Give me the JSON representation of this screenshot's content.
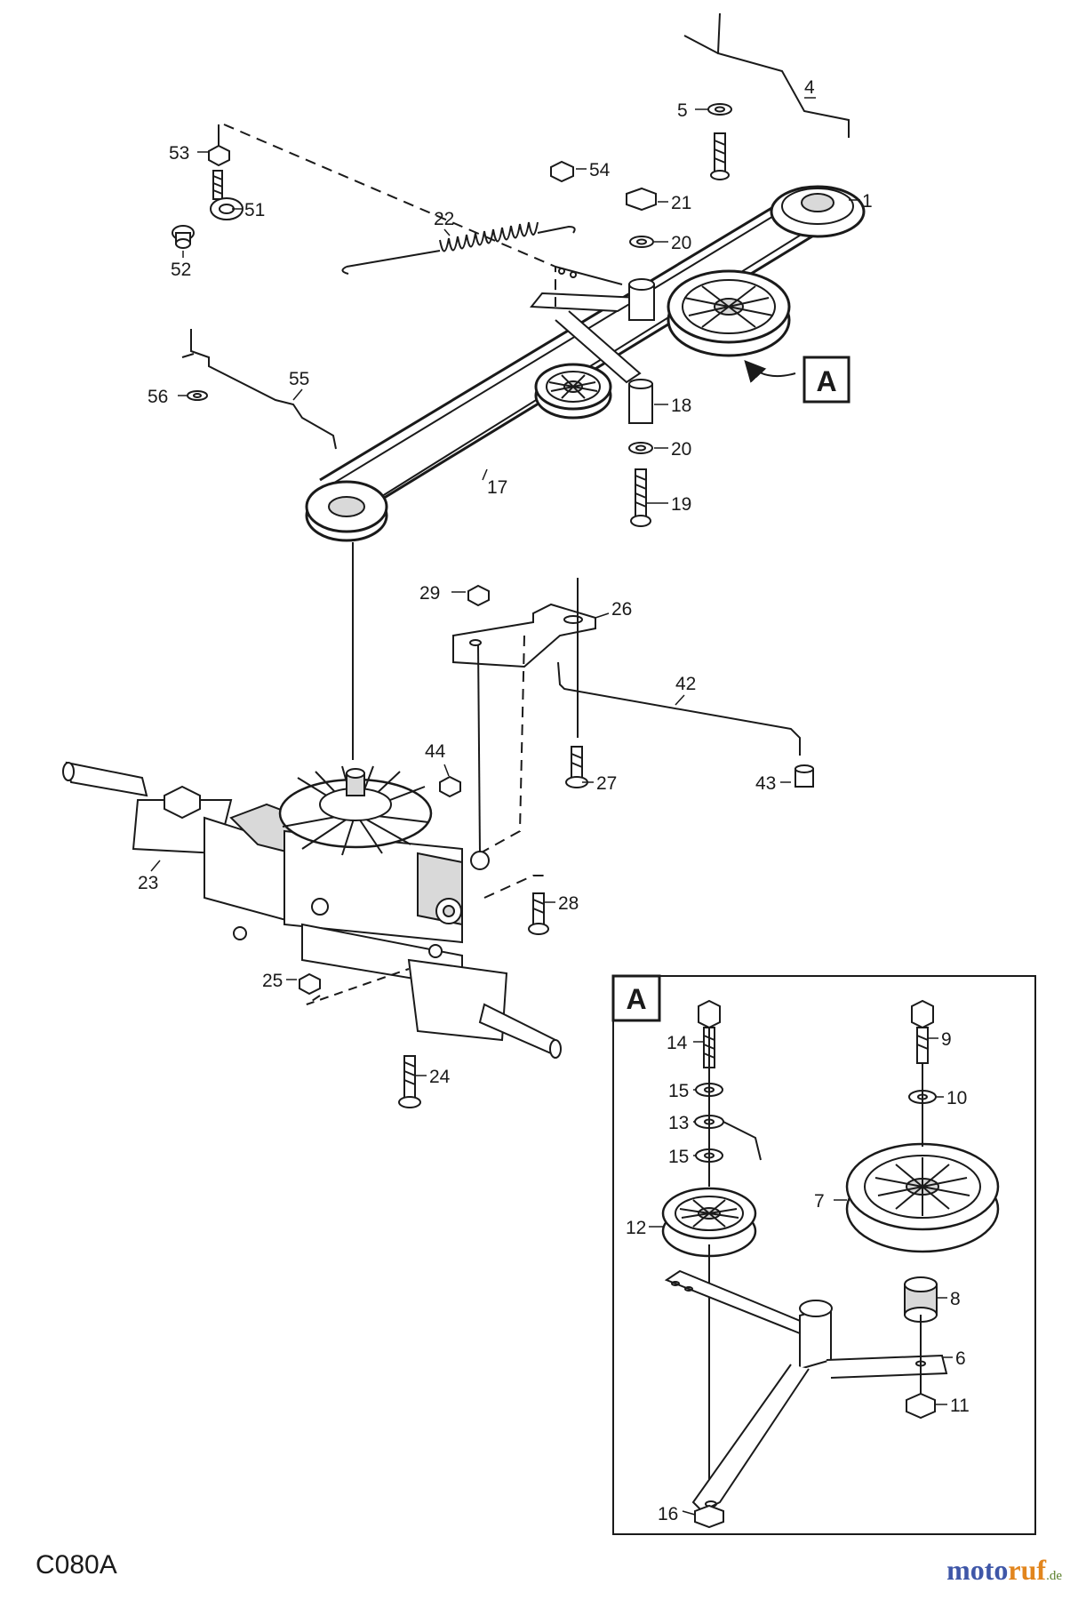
{
  "diagram_code": "C080A",
  "brand": {
    "part1": "moto",
    "part2": "ruf",
    "suffix": ".de"
  },
  "callout_letter": "A",
  "inset_letter": "A",
  "labels": {
    "l1": "1",
    "l4": "4",
    "l5": "5",
    "l6": "6",
    "l7": "7",
    "l8": "8",
    "l9": "9",
    "l10": "10",
    "l11": "11",
    "l12": "12",
    "l13": "13",
    "l14": "14",
    "l15a": "15",
    "l15b": "15",
    "l16": "16",
    "l17": "17",
    "l18": "18",
    "l19": "19",
    "l20a": "20",
    "l20b": "20",
    "l21": "21",
    "l22": "22",
    "l23": "23",
    "l24": "24",
    "l25": "25",
    "l26": "26",
    "l27": "27",
    "l28": "28",
    "l29": "29",
    "l42": "42",
    "l43": "43",
    "l44": "44",
    "l51": "51",
    "l52": "52",
    "l53": "53",
    "l54": "54",
    "l55": "55",
    "l56": "56"
  },
  "colors": {
    "line": "#1a1a1a",
    "fill": "#ffffff",
    "shade": "#d9d9d9",
    "brand_blue": "#3f57a8",
    "brand_orange": "#e2851d"
  }
}
